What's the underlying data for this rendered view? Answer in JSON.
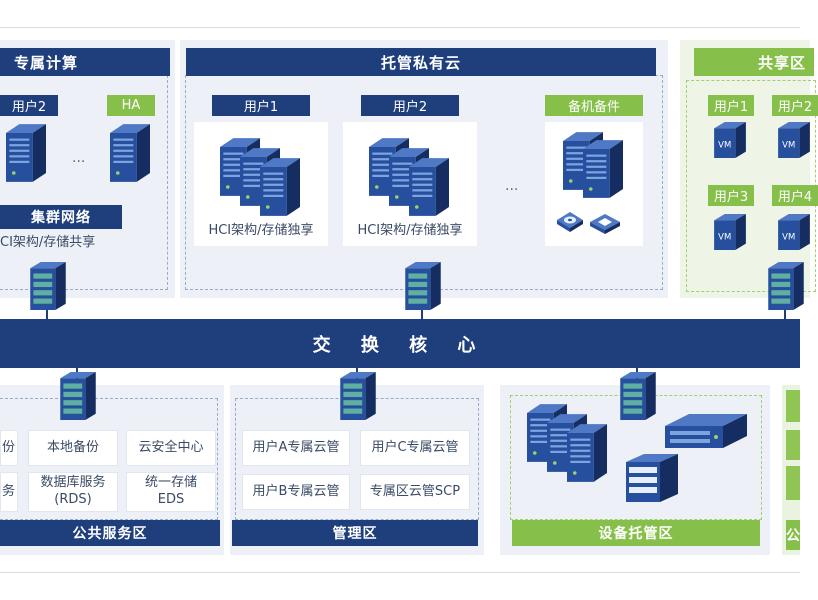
{
  "dedicated": {
    "title": "专属计算",
    "user_tag": "用户2",
    "ha_tag": "HA",
    "dots": "...",
    "cluster_network": "集群网络",
    "arch": "CI架构/存储共享"
  },
  "hosted": {
    "title": "托管私有云",
    "user1": "用户1",
    "user2": "用户2",
    "backup": "备机备件",
    "arch1": "HCI架构/存储独享",
    "arch2": "HCI架构/存储独享",
    "dots": "..."
  },
  "shared": {
    "title": "共享区",
    "user1": "用户1",
    "user2": "用户2",
    "user3": "用户3",
    "user4": "用户4",
    "vm": "VM"
  },
  "core": {
    "label": "交 换 核 心"
  },
  "public_services": {
    "title": "公共服务区",
    "items": [
      {
        "text": "份"
      },
      {
        "text": "本地备份"
      },
      {
        "text": "云安全中心"
      },
      {
        "text": "务"
      },
      {
        "text": "数据库服务\n(RDS)"
      },
      {
        "text": "统一存储\nEDS"
      }
    ]
  },
  "management": {
    "title": "管理区",
    "items": [
      {
        "text": "用户A专属云管"
      },
      {
        "text": "用户C专属云管"
      },
      {
        "text": "用户B专属云管"
      },
      {
        "text": "专属区云管SCP"
      }
    ]
  },
  "device_hosting": {
    "title": "设备托管区"
  },
  "right_partial": {
    "label": "公"
  },
  "colors": {
    "navy": "#1e3e7c",
    "green": "#86c04a",
    "zone_bg": "#edf1f7"
  }
}
